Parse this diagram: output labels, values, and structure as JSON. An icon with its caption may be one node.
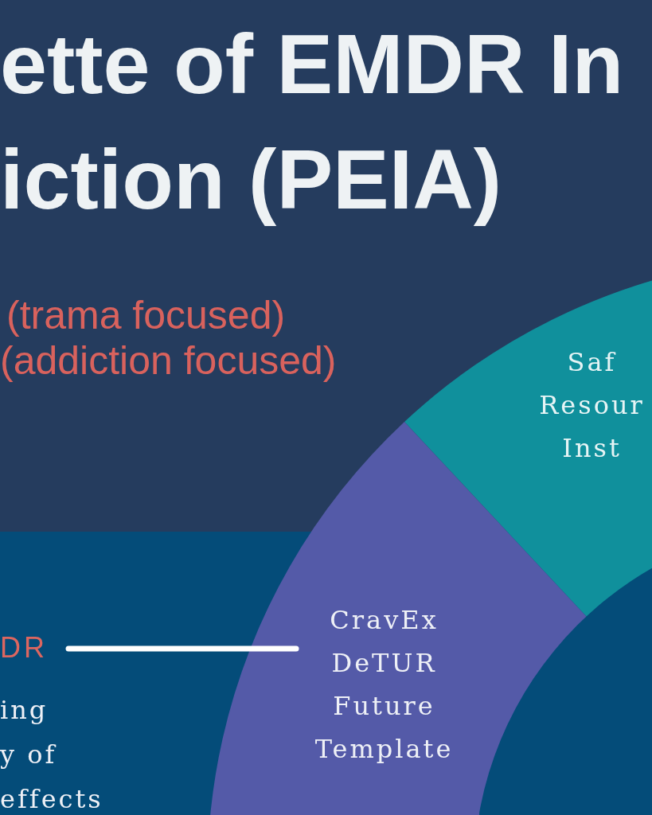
{
  "diagram": {
    "title": "ette of EMDR In iction (PEIA)",
    "nodes": [
      {
        "text": [
          "Saf Resour Inst"
        ]
      },
      {
        "text": [],
        "shape": "sector"
      },
      {
        "text": [
          "CravEx DeTUR Future Template"
        ],
        "in": 1
      },
      {
        "text": [],
        "shape": "circle"
      },
      {
        "text": [
          "DR"
        ]
      }
    ],
    "edges": [
      {
        "from": 4,
        "to": 2,
        "arrow": "none"
      }
    ],
    "labels": [
      "(trama focused)",
      "(addiction focused)",
      "ing",
      "y of",
      "effects"
    ]
  }
}
